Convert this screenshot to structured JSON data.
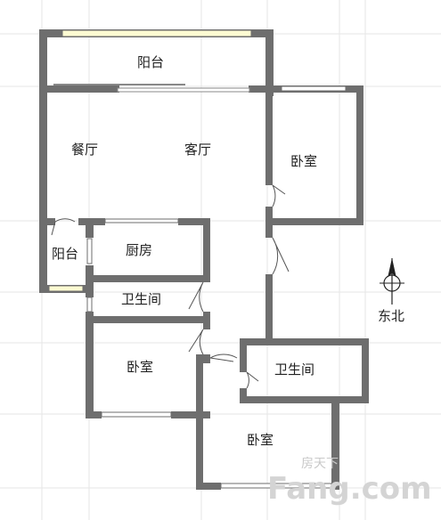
{
  "rooms": {
    "balcony_top": "阳台",
    "dining": "餐厅",
    "living": "客厅",
    "bedroom_ne": "卧室",
    "balcony_left": "阳台",
    "kitchen": "厨房",
    "bathroom_center": "卫生间",
    "bathroom_right": "卫生间",
    "bedroom_sw": "卧室",
    "bedroom_s": "卧室"
  },
  "compass": {
    "label": "东北",
    "icon": "compass-icon"
  },
  "watermark": {
    "cn": "房天下",
    "en": "Fang.com"
  },
  "colors": {
    "wall": "#6e6e6e",
    "window_yellow": "#fdfbd2",
    "grid": "#e6e6e6"
  }
}
